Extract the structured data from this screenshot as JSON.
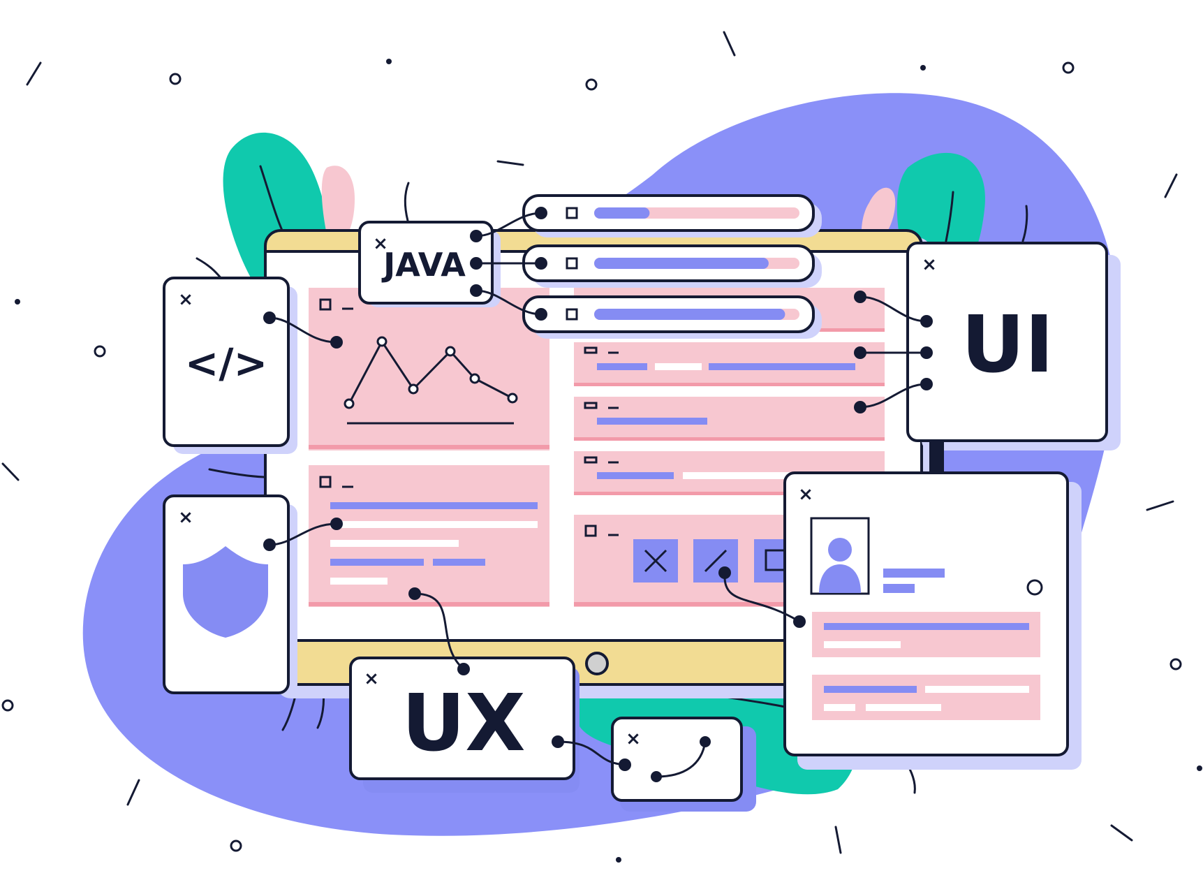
{
  "colors": {
    "ink": "#141a33",
    "blob_purple": "#8a90f8",
    "teal": "#10c9ad",
    "pink": "#f7c7d0",
    "pink_line": "#f29aa9",
    "bar_purple": "#858cf3",
    "yellow": "#f2dc93",
    "shadow": "#cfd2fb",
    "white": "#ffffff"
  },
  "cards": {
    "java": {
      "label": "JAVA",
      "close": "×"
    },
    "code": {
      "label": "</>",
      "close": "×"
    },
    "ui": {
      "label": "UI",
      "close": "×"
    },
    "ux": {
      "label": "UX",
      "close": "×"
    },
    "shield": {
      "close": "×"
    },
    "curve": {
      "close": "×"
    },
    "profile": {
      "close": "×"
    }
  },
  "progress_bars": [
    {
      "fill": 0.27
    },
    {
      "fill": 0.85
    },
    {
      "fill": 0.93
    }
  ],
  "icons": {
    "shield": "shield-icon",
    "avatar": "avatar-icon",
    "line_chart": "line-chart-icon",
    "close": "close-icon"
  }
}
